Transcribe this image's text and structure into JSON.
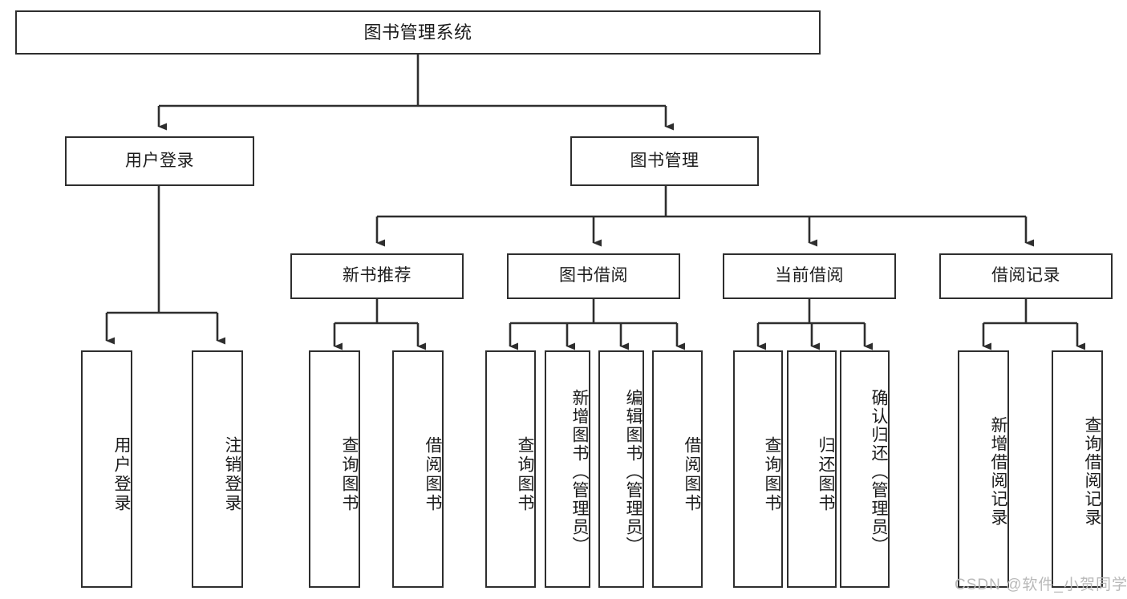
{
  "diagram": {
    "title": "图书管理系统",
    "type": "tree-hierarchy",
    "watermark": "CSDN @软件_小贺同学",
    "colors": {
      "box_border": "#2e2e2e",
      "box_fill": "#ffffff",
      "text": "#1b1b1b",
      "edge": "#2e2e2e",
      "watermark": "#b9b9b9",
      "background": "#ffffff"
    },
    "nodes": {
      "root": {
        "label": "图书管理系统"
      },
      "level2": [
        {
          "id": "user-login",
          "label": "用户登录"
        },
        {
          "id": "book-manage",
          "label": "图书管理"
        }
      ],
      "level3": [
        {
          "id": "new-book-rec",
          "label": "新书推荐"
        },
        {
          "id": "book-borrow",
          "label": "图书借阅"
        },
        {
          "id": "current-borrow",
          "label": "当前借阅"
        },
        {
          "id": "borrow-record",
          "label": "借阅记录"
        }
      ],
      "leaves": {
        "user_login": [
          {
            "id": "leaf-user-login",
            "label": "用户登录"
          },
          {
            "id": "leaf-logout",
            "label": "注销登录"
          }
        ],
        "new_book_rec": [
          {
            "id": "leaf-query-book-1",
            "label": "查询图书"
          },
          {
            "id": "leaf-borrow-book-1",
            "label": "借阅图书"
          }
        ],
        "book_borrow": [
          {
            "id": "leaf-query-book-2",
            "label": "查询图书"
          },
          {
            "id": "leaf-add-book",
            "label": "新增图书（管理员）"
          },
          {
            "id": "leaf-edit-book",
            "label": "编辑图书（管理员）"
          },
          {
            "id": "leaf-borrow-book-2",
            "label": "借阅图书"
          }
        ],
        "current_borrow": [
          {
            "id": "leaf-query-book-3",
            "label": "查询图书"
          },
          {
            "id": "leaf-return-book",
            "label": "归还图书"
          },
          {
            "id": "leaf-confirm-return",
            "label": "确认归还（管理员）"
          }
        ],
        "borrow_record": [
          {
            "id": "leaf-add-record",
            "label": "新增借阅记录"
          },
          {
            "id": "leaf-query-record",
            "label": "查询借阅记录"
          }
        ]
      }
    }
  }
}
